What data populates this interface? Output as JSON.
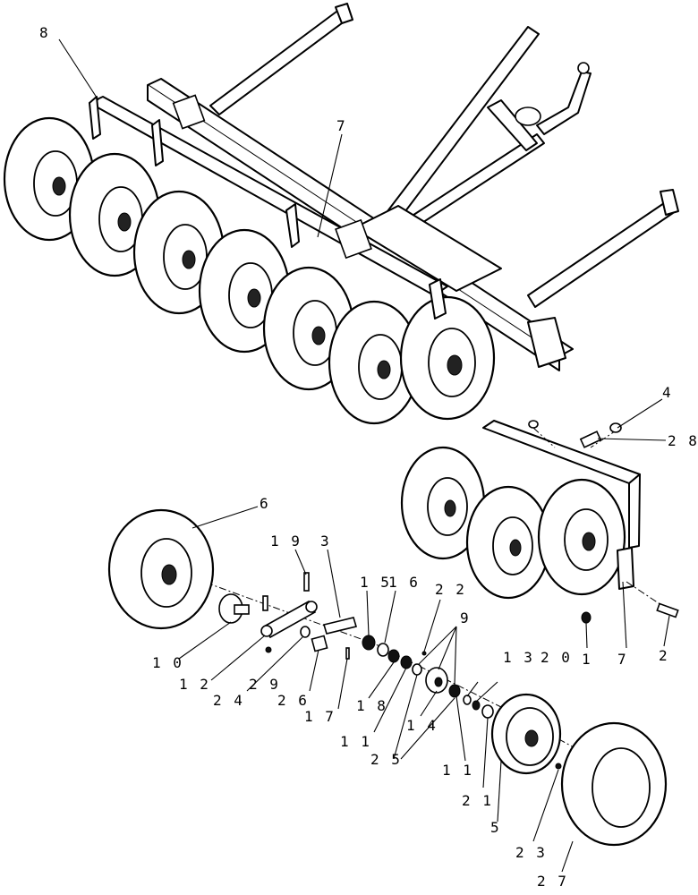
{
  "diagram": {
    "callouts": [
      {
        "id": "c8",
        "text": "8"
      },
      {
        "id": "c7a",
        "text": "7"
      },
      {
        "id": "c4",
        "text": "4"
      },
      {
        "id": "c28",
        "text": "2 8"
      },
      {
        "id": "c6",
        "text": "6"
      },
      {
        "id": "c19",
        "text": "1 9"
      },
      {
        "id": "c3",
        "text": "3"
      },
      {
        "id": "c15",
        "text": "1 5"
      },
      {
        "id": "c16",
        "text": "1 6"
      },
      {
        "id": "c22",
        "text": "2 2"
      },
      {
        "id": "c9",
        "text": "9"
      },
      {
        "id": "c10",
        "text": "1 0"
      },
      {
        "id": "c12",
        "text": "1 2"
      },
      {
        "id": "c24",
        "text": "2 4"
      },
      {
        "id": "c29",
        "text": "2 9"
      },
      {
        "id": "c26",
        "text": "2 6"
      },
      {
        "id": "c17",
        "text": "1 7"
      },
      {
        "id": "c18",
        "text": "1 8"
      },
      {
        "id": "c11a",
        "text": "1 1"
      },
      {
        "id": "c25",
        "text": "2 5"
      },
      {
        "id": "c14",
        "text": "1 4"
      },
      {
        "id": "c13",
        "text": "1 3"
      },
      {
        "id": "c20",
        "text": "2 0"
      },
      {
        "id": "c11b",
        "text": "1 1"
      },
      {
        "id": "c21",
        "text": "2 1"
      },
      {
        "id": "c5",
        "text": "5"
      },
      {
        "id": "c23",
        "text": "2 3"
      },
      {
        "id": "c27",
        "text": "2 7"
      },
      {
        "id": "c1",
        "text": "1"
      },
      {
        "id": "c7b",
        "text": "7"
      },
      {
        "id": "c2",
        "text": "2"
      }
    ]
  }
}
